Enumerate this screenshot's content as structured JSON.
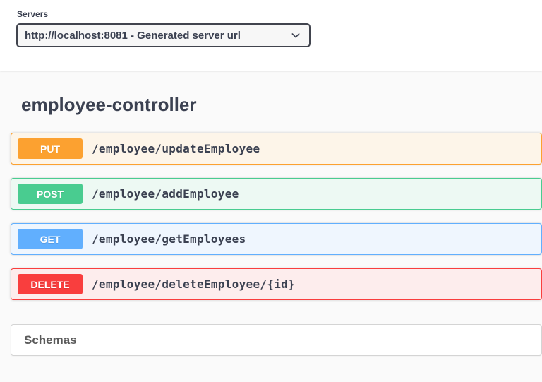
{
  "servers": {
    "label": "Servers",
    "selected_option": "http://localhost:8081 - Generated server url"
  },
  "controller": {
    "title": "employee-controller",
    "operations": [
      {
        "method": "PUT",
        "path": "/employee/updateEmployee",
        "accent_color": "#fca130",
        "row_bg": "#fdf5e9"
      },
      {
        "method": "POST",
        "path": "/employee/addEmployee",
        "accent_color": "#49cc90",
        "row_bg": "#edf9f3"
      },
      {
        "method": "GET",
        "path": "/employee/getEmployees",
        "accent_color": "#61affe",
        "row_bg": "#eff6fe"
      },
      {
        "method": "DELETE",
        "path": "/employee/deleteEmployee/{id}",
        "accent_color": "#f93e3e",
        "row_bg": "#fdeded"
      }
    ]
  },
  "schemas": {
    "title": "Schemas"
  },
  "theme": {
    "page_bg": "#fafafa",
    "text_color": "#3b4151"
  }
}
